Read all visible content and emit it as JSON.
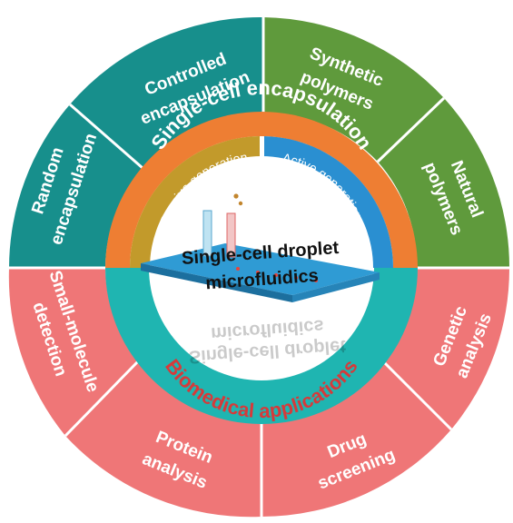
{
  "center": {
    "line1": "Single-cell droplet",
    "line2": "microfluidics"
  },
  "top_ring": {
    "label": "Single-cell encapsulation",
    "passive": "Passive generation",
    "active": "Active generation"
  },
  "bottom_ring": {
    "label": "Biomedical applications"
  },
  "segments": {
    "random": [
      "Random",
      "encapsulation"
    ],
    "controlled": [
      "Controlled",
      "encapsulation"
    ],
    "synthetic": [
      "Synthetic",
      "polymers"
    ],
    "natural": [
      "Natural",
      "polymers"
    ],
    "small_molecule": [
      "Small-molecule",
      "detection"
    ],
    "protein": [
      "Protein",
      "analysis"
    ],
    "drug": [
      "Drug",
      "screening"
    ],
    "genetic": [
      "Genetic",
      "analysis"
    ]
  },
  "colors": {
    "teal": "#178f8c",
    "green": "#5f9a3c",
    "pink": "#ef7677",
    "orange": "#ee7e33",
    "passive": "#c29a2b",
    "active": "#2a8fd1",
    "cyan": "#1fb5b1",
    "red_text": "#d63a3a",
    "chip": "#2f9bd4"
  }
}
